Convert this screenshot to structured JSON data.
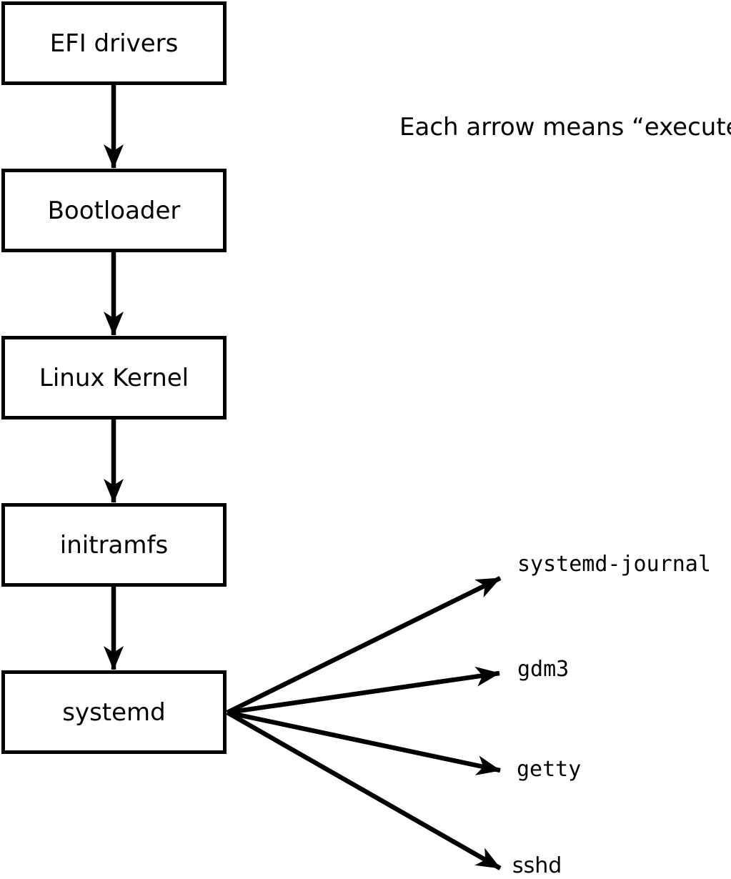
{
  "note": "Each arrow means “executes”.",
  "arrow_meaning": "executes",
  "boot_chain": [
    {
      "label": "EFI drivers"
    },
    {
      "label": "Bootloader"
    },
    {
      "label": "Linux Kernel"
    },
    {
      "label": "initramfs"
    },
    {
      "label": "systemd"
    }
  ],
  "spawned_services": [
    {
      "label": "systemd-journal"
    },
    {
      "label": "gdm3"
    },
    {
      "label": "getty"
    },
    {
      "label": "sshd"
    }
  ],
  "colors": {
    "background": "#ffffff",
    "line": "#000000",
    "text": "#000000",
    "box_fill": "#ffffff",
    "box_border": "#000000"
  }
}
